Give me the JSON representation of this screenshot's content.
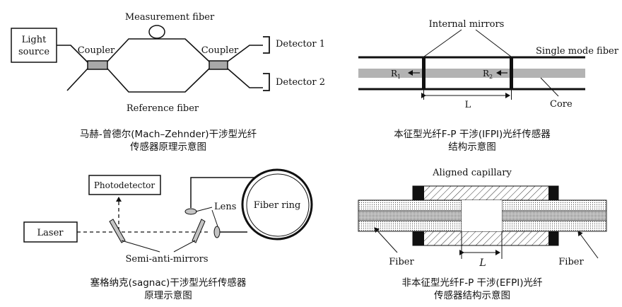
{
  "mzi": {
    "light_source_1": "Light",
    "light_source_2": "source",
    "coupler_left": "Coupler",
    "coupler_right": "Coupler",
    "measurement_fiber": "Measurement fiber",
    "reference_fiber": "Reference fiber",
    "detector_1": "Detector 1",
    "detector_2": "Detector 2",
    "caption_1": "马赫-曾德尔(Mach–Zehnder)干涉型光纤",
    "caption_2": "传感器原理示意图"
  },
  "ifpi": {
    "internal_mirrors": "Internal mirrors",
    "single_mode_fiber": "Single mode fiber",
    "r1_main": "R",
    "r1_sub": "1",
    "r2_main": "R",
    "r2_sub": "2",
    "length": "L",
    "core": "Core",
    "caption_1": "本征型光纤F-P 干涉(IFPI)光纤传感器",
    "caption_2": "结构示意图"
  },
  "sagnac": {
    "photodetector": "Photodetector",
    "laser": "Laser",
    "lens": "Lens",
    "fiber_ring": "Fiber ring",
    "semi_anti_mirrors": "Semi-anti-mirrors",
    "caption_1": "塞格纳克(sagnac)干涉型光纤传感器",
    "caption_2": "原理示意图"
  },
  "efpi": {
    "aligned_capillary": "Aligned capillary",
    "fiber_left": "Fiber",
    "fiber_right": "Fiber",
    "length": "L",
    "caption_1": "非本征型光纤F-P 干涉(EFPI)光纤",
    "caption_2": "传感器结构示意图"
  }
}
